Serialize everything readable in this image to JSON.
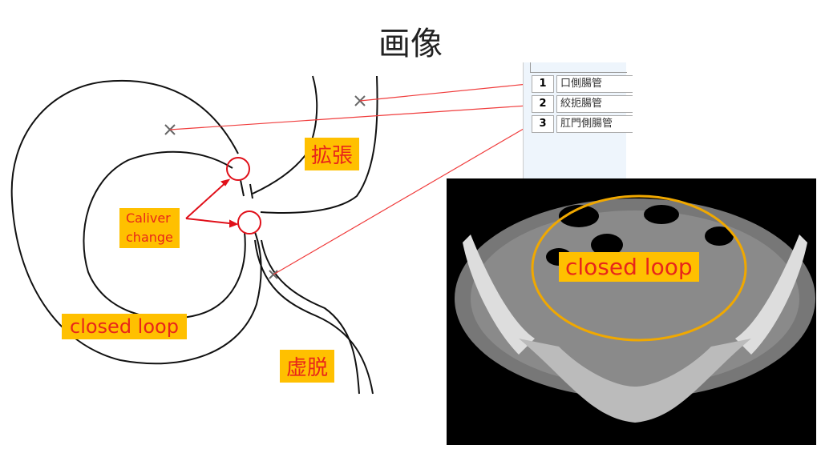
{
  "title": "画像",
  "labels": {
    "dilation": "拡張",
    "collapse": "虚脱",
    "closed_loop_left": "closed loop",
    "caliber_change": "Caliver\nchange",
    "closed_loop_ct": "closed loop"
  },
  "panel": {
    "rows": [
      {
        "num": "1",
        "text": "口側腸管"
      },
      {
        "num": "2",
        "text": "絞扼腸管"
      },
      {
        "num": "3",
        "text": "肛門側腸管"
      }
    ]
  }
}
